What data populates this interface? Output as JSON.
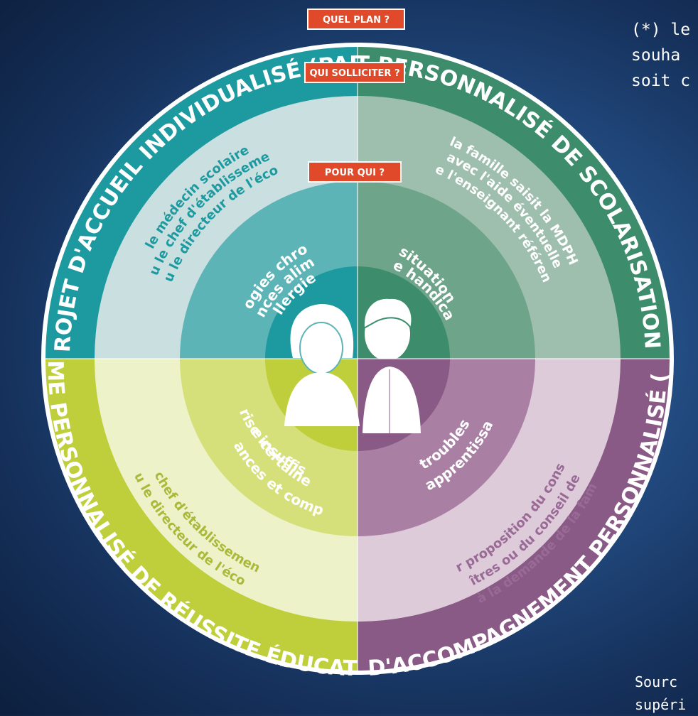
{
  "tags": {
    "quel_plan": "QUEL PLAN ?",
    "qui_solliciter": "QUI SOLLICITER ?",
    "pour_qui": "POUR QUI ?"
  },
  "plans": {
    "pai": {
      "title": "PROJET D'ACCUEIL INDIVIDUALISÉ (PAI)",
      "who": [
        "le médecin scolaire",
        "ou le chef d'établissement",
        "ou le directeur de l'école"
      ],
      "for": [
        "pathologies chroniques",
        "intolérances alimentaires",
        "allergies"
      ]
    },
    "pps": {
      "title": "PROJET PERSONNALISÉ DE SCOLARISATION (PPS)*",
      "who": [
        "la famille saisit la MDPH",
        "avec l'aide éventuelle",
        "de l'enseignant référent"
      ],
      "for": [
        "situation",
        "de handicap"
      ]
    },
    "ppre": {
      "title": "PROGRAMME PERSONNALISÉ DE RÉUSSITE ÉDUCATIVE (PPRE)",
      "who": [
        "le chef d'établissement",
        "ou le directeur de l'école"
      ],
      "for": [
        "maîtrise insuffisante",
        "de certaines",
        "connaissances et compétences"
      ]
    },
    "pap": {
      "title": "PLAN D'ACCOMPAGNEMENT PERSONNALISÉ (PAP)*",
      "who": [
        "sur proposition du conseil",
        "des maîtres ou du conseil de classe",
        "ou à la demande de la famille"
      ],
      "for": [
        "troubles",
        "des apprentissages"
      ]
    }
  },
  "note_lines": [
    "(*) le",
    "souha",
    "soit c"
  ],
  "source_lines": [
    "Sourc",
    "supéri"
  ],
  "colors": {
    "pai_dark": "#1d9aa0",
    "pps_dark": "#3d8c6c",
    "pap_dark": "#8a5a86",
    "ppre_dark": "#bfcf3c",
    "tag_red": "#e04a2a"
  }
}
